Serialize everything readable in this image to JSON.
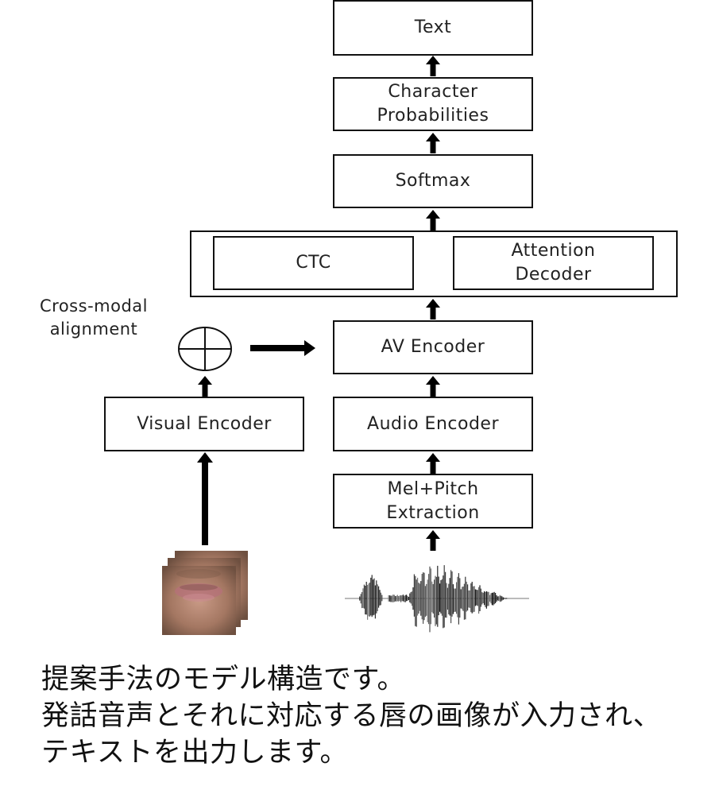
{
  "diagram": {
    "boxes": {
      "text": "Text",
      "char_probs": "Character\nProbabilities",
      "softmax": "Softmax",
      "ctc": "CTC",
      "attention_decoder": "Attention\nDecoder",
      "av_encoder": "AV Encoder",
      "audio_encoder": "Audio Encoder",
      "mel_pitch": "Mel+Pitch\nExtraction",
      "visual_encoder": "Visual Encoder"
    },
    "cross_modal_label": "Cross-modal\nalignment",
    "inputs": {
      "lip_images": "lip-image-stack",
      "audio_waveform": "speech-waveform"
    }
  },
  "caption": {
    "lines": [
      "提案手法のモデル構造です。",
      "発話音声とそれに対応する唇の画像が入力され、",
      "テキストを出力します。"
    ]
  }
}
